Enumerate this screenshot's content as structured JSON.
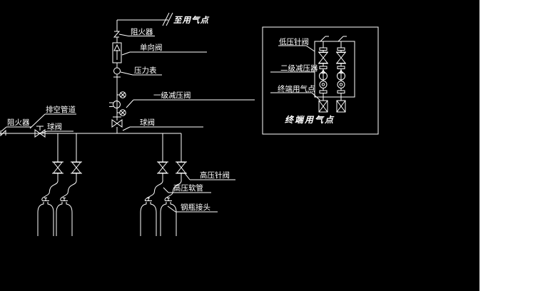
{
  "colors": {
    "background": "#000000",
    "line": "#ffffff",
    "right_panel": "#ffffff"
  },
  "labels": {
    "to_gas_point": "至用气点",
    "flame_arrester_top": "阻火器",
    "check_valve": "单向阀",
    "pressure_gauge": "压力表",
    "first_stage_regulator": "一级减压阀",
    "ball_valve_main": "球阀",
    "vent_pipe": "排空管道",
    "flame_arrester_left": "阻火器",
    "ball_valve_vent": "球阀",
    "hp_needle_valve": "高压针阀",
    "hp_hose": "高压软管",
    "cylinder_connector": "钢瓶接头",
    "lp_needle_valve": "低压针阀",
    "second_stage_regulator": "二级减压器",
    "terminal_gas_point_side": "终端用气点",
    "terminal_gas_point_caption": "终端用气点"
  }
}
